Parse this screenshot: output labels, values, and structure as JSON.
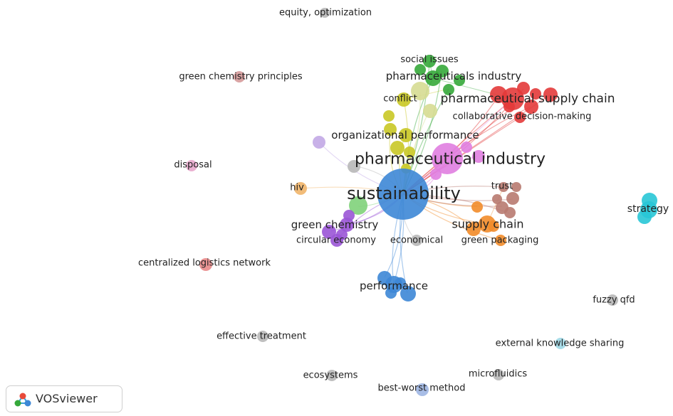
{
  "app": {
    "name": "VOSviewer"
  },
  "colors": {
    "blue": "#3d87d6",
    "pink": "#e07ee0",
    "red": "#e33a3a",
    "green": "#35a83a",
    "yellow": "#c9c825",
    "paleyellow": "#d6dc92",
    "purple": "#9a55d6",
    "orange": "#f28c2a",
    "brown": "#b87a70",
    "cyan": "#28c7d6",
    "lightgreen": "#7fd27a",
    "grey": "#b8b8b8",
    "lavender": "#c2a8e6",
    "lightorange": "#f1b56a",
    "lightpink": "#e8a7cc",
    "salmon": "#e98a8a",
    "rose": "#d69a9a",
    "lightcyan": "#9ed8e6",
    "lightblue": "#9fb6e3"
  },
  "labels": [
    {
      "text": "equity, optimization",
      "color": "grey"
    },
    {
      "text": "green chemistry principles",
      "color": "rose"
    },
    {
      "text": "social issues",
      "color": "green"
    },
    {
      "text": "pharmaceuticals industry",
      "color": "green"
    },
    {
      "text": "conflict",
      "color": "yellow"
    },
    {
      "text": "pharmaceutical supply chain",
      "color": "red"
    },
    {
      "text": "collaborative decision-making",
      "color": "red"
    },
    {
      "text": "organizational performance",
      "color": "yellow"
    },
    {
      "text": "pharmaceutical industry",
      "color": "pink"
    },
    {
      "text": "disposal",
      "color": "lightpink"
    },
    {
      "text": "hiv",
      "color": "lightorange"
    },
    {
      "text": "sustainability",
      "color": "blue"
    },
    {
      "text": "trust",
      "color": "brown"
    },
    {
      "text": "strategy",
      "color": "cyan"
    },
    {
      "text": "green chemistry",
      "color": "purple"
    },
    {
      "text": "supply chain",
      "color": "orange"
    },
    {
      "text": "circular economy",
      "color": "purple"
    },
    {
      "text": "economical",
      "color": "grey"
    },
    {
      "text": "green packaging",
      "color": "orange"
    },
    {
      "text": "centralized logistics network",
      "color": "salmon"
    },
    {
      "text": "performance",
      "color": "blue"
    },
    {
      "text": "fuzzy qfd",
      "color": "grey"
    },
    {
      "text": "effective treatment",
      "color": "grey"
    },
    {
      "text": "external knowledge sharing",
      "color": "lightcyan"
    },
    {
      "text": "ecosystems",
      "color": "grey"
    },
    {
      "text": "microfluidics",
      "color": "grey"
    },
    {
      "text": "best-worst method",
      "color": "lightblue"
    }
  ]
}
